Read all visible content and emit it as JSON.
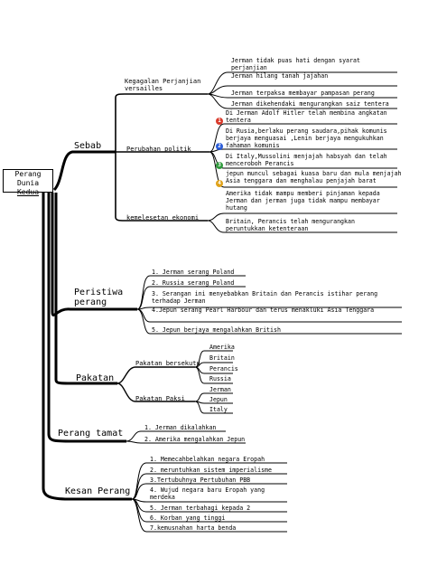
{
  "root": {
    "line1": "Perang Dunia",
    "line2": "Kedua"
  },
  "sebab": {
    "label": "Sebab",
    "groups": {
      "versailles": {
        "label": "Kegagalan Perjanjian versailles",
        "items": [
          "Jerman tidak puas hati dengan syarat perjanjian",
          "Jerman hilang tanah jajahan",
          "Jerman terpaksa membayar pampasan perang",
          "Jerman dikehendaki mengurangkan saiz tentera"
        ]
      },
      "politik": {
        "label": "Perubahan politik",
        "items": [
          {
            "num": "1",
            "color": "#d93a2b",
            "text": "Di Jerman Adolf Hitler telah membina angkatan tentera"
          },
          {
            "num": "2",
            "color": "#2a5bd7",
            "text": "Di Rusia,berlaku perang saudara,pihak komunis berjaya menguasai ,Lenin berjaya mengukuhkan fahaman komunis"
          },
          {
            "num": "3",
            "color": "#2f9a3c",
            "text": "Di Italy,Mussolini menjajah habsyah dan telah menceroboh Perancis"
          },
          {
            "num": "4",
            "color": "#e0a21a",
            "text": "jepun muncul sebagai kuasa baru dan mula menjajah Asia tenggara dan menghalau penjajah barat"
          }
        ]
      },
      "ekonomi": {
        "label": "kemelesetan ekonomi",
        "items": [
          "Amerika tidak mampu memberi pinjaman kepada Jerman dan jerman juga tidak mampu membayar hutang",
          "Britain, Perancis telah mengurangkan peruntukkan ketenteraan"
        ]
      }
    }
  },
  "peristiwa": {
    "label": "Peristiwa perang",
    "items": [
      "1. Jerman serang Poland",
      "2. Russia serang Poland",
      "3. Serangan ini menyebabkan Britain dan Perancis istihar perang terhadap Jerman",
      "4.Jepun serang Pearl Harbour dan terus menakluki Asia Tenggara",
      "5. Jepun berjaya mengalahkan British"
    ]
  },
  "pakatan": {
    "label": "Pakatan",
    "bersekutu": {
      "label": "Pakatan bersekutu",
      "items": [
        "Amerika",
        "Britain",
        "Perancis",
        "Russia"
      ]
    },
    "paksi": {
      "label": "Pakatan Paksi",
      "items": [
        "Jerman",
        "Jepun",
        "Italy"
      ]
    }
  },
  "tamat": {
    "label": "Perang tamat",
    "items": [
      "1. Jerman dikalahkan",
      "2. Amerika mengalahkan Jepun"
    ]
  },
  "kesan": {
    "label": "Kesan Perang",
    "items": [
      "1. Memecahbelahkan negara Eropah",
      "2. meruntuhkan sistem imperialisme",
      "3.Tertubuhnya Pertubuhan PBB",
      "4. Wujud negara baru Eropah yang merdeka",
      "5. Jerman terbahagi kepada 2",
      "6. Korban yang tinggi",
      "7.kemusnahan harta benda"
    ]
  }
}
